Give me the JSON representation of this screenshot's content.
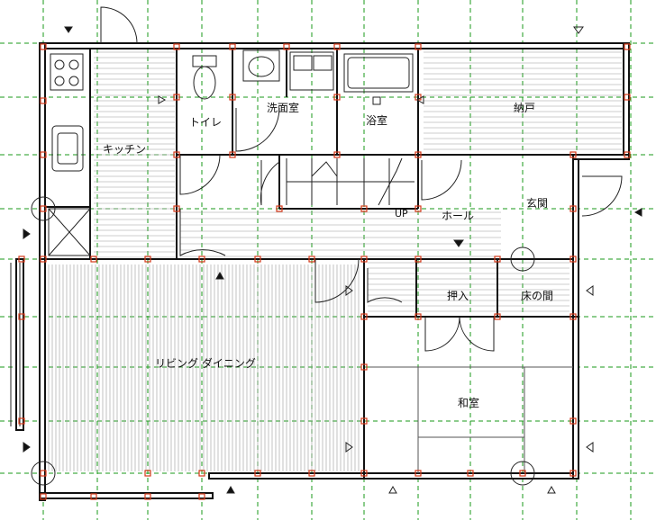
{
  "plan": {
    "rooms": [
      {
        "key": "toilet",
        "label": "トイレ"
      },
      {
        "key": "washroom",
        "label": "洗面室"
      },
      {
        "key": "bathroom",
        "label": "浴室"
      },
      {
        "key": "storage",
        "label": "納戸"
      },
      {
        "key": "kitchen",
        "label": "キッチン"
      },
      {
        "key": "entrance",
        "label": "玄関"
      },
      {
        "key": "hall",
        "label": "ホール"
      },
      {
        "key": "stairs_up",
        "label": "UP"
      },
      {
        "key": "closet",
        "label": "押入"
      },
      {
        "key": "alcove",
        "label": "床の間"
      },
      {
        "key": "living_dining",
        "label": "リビング ダイニング"
      },
      {
        "key": "japanese_room",
        "label": "和室"
      }
    ],
    "colors": {
      "wall": "#111111",
      "grid": "#1a9a1a",
      "column_marker": "#d43a1a",
      "background": "#ffffff"
    }
  }
}
